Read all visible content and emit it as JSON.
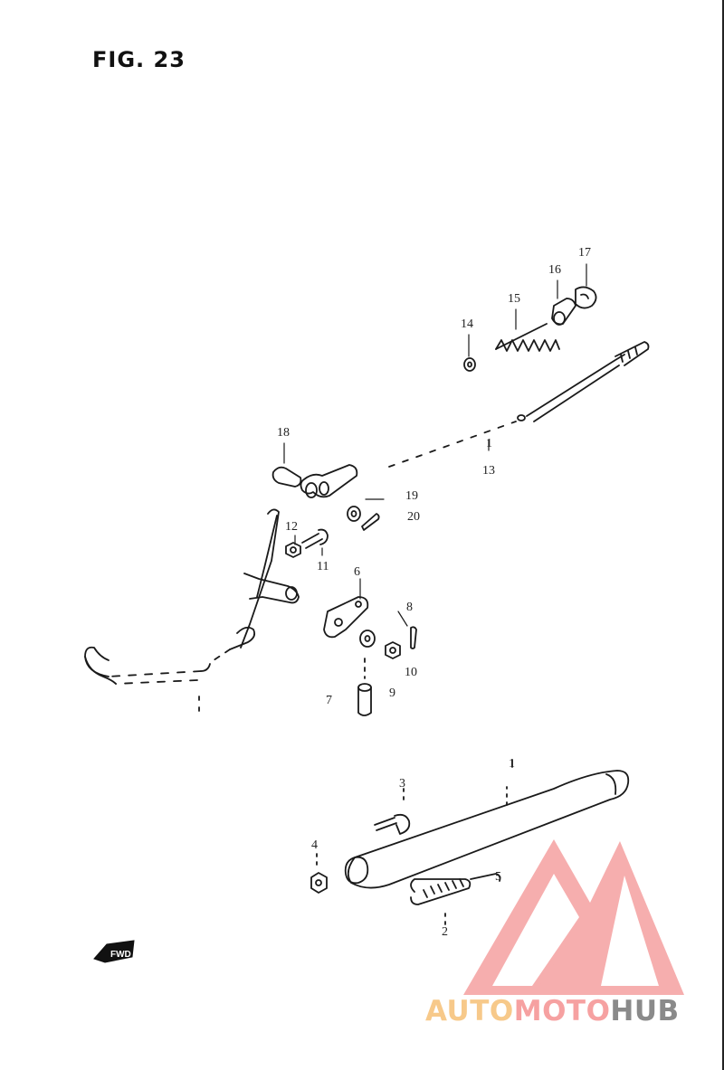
{
  "figure": {
    "title": "FIG. 23"
  },
  "callouts": [
    {
      "id": "c17",
      "text": "17"
    },
    {
      "id": "c16",
      "text": "16"
    },
    {
      "id": "c15",
      "text": "15"
    },
    {
      "id": "c14",
      "text": "14"
    },
    {
      "id": "c18",
      "text": "18"
    },
    {
      "id": "c1a",
      "text": "1"
    },
    {
      "id": "c13",
      "text": "13"
    },
    {
      "id": "c19",
      "text": "19"
    },
    {
      "id": "c20",
      "text": "20"
    },
    {
      "id": "c12",
      "text": "12"
    },
    {
      "id": "c11",
      "text": "11"
    },
    {
      "id": "c6",
      "text": "6"
    },
    {
      "id": "c8",
      "text": "8"
    },
    {
      "id": "c10",
      "text": "10"
    },
    {
      "id": "c7",
      "text": "7"
    },
    {
      "id": "c9",
      "text": "9"
    },
    {
      "id": "c1b",
      "text": "1"
    },
    {
      "id": "c3",
      "text": "3"
    },
    {
      "id": "c4",
      "text": "4"
    },
    {
      "id": "c5",
      "text": "5"
    },
    {
      "id": "c2",
      "text": "2"
    }
  ],
  "direction_arrow": {
    "text": "FWD"
  },
  "watermark": {
    "parts": [
      {
        "text": "AUTO",
        "color": "#f7c98a"
      },
      {
        "text": "MOTO",
        "color": "#f6a1a1"
      },
      {
        "text": "HUB",
        "color": "#8a8a8a"
      }
    ],
    "logo_color": "#f59a9a"
  }
}
